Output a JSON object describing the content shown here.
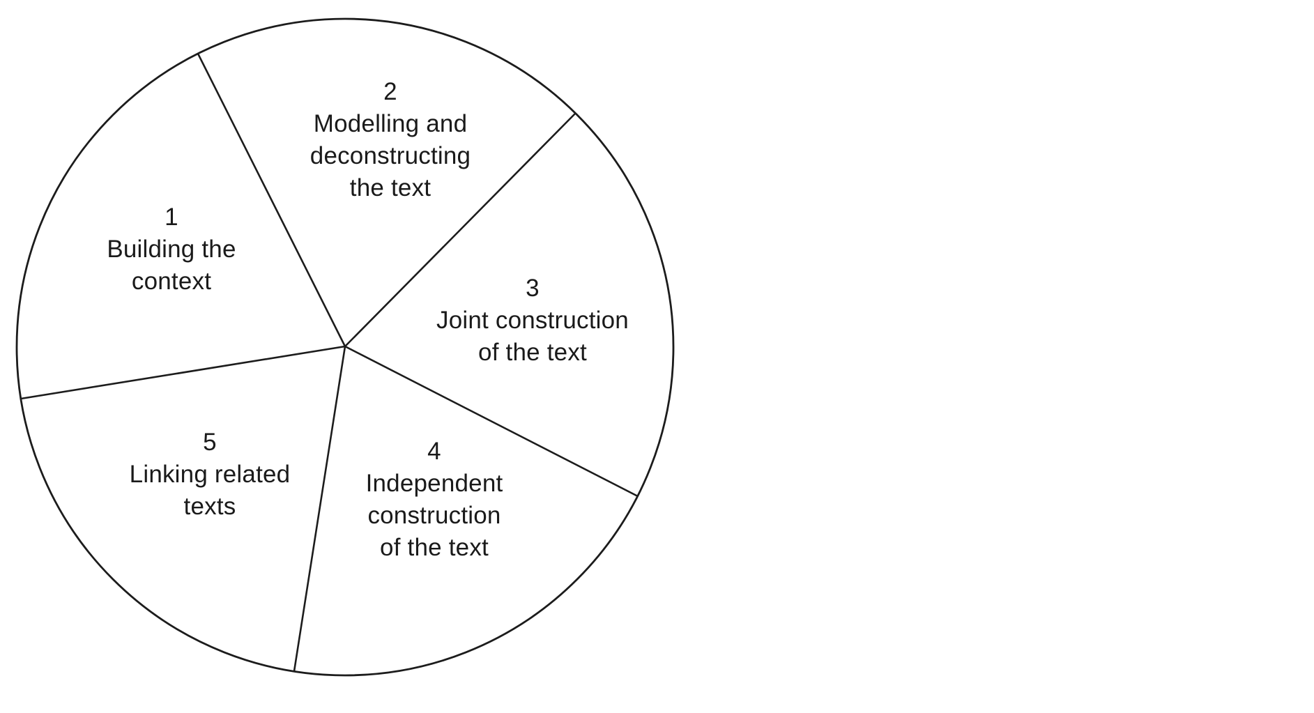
{
  "diagram": {
    "type": "cycle-pie",
    "description": "Circle divided into five roughly equal numbered sectors",
    "colors": {
      "ink": "#1c1c1c",
      "text": "#1a1a1a",
      "background": "#ffffff"
    },
    "segments": [
      {
        "number": "1",
        "label": "Building the context",
        "lines": [
          "Building the",
          "context"
        ]
      },
      {
        "number": "2",
        "label": "Modelling and deconstructing the text",
        "lines": [
          "Modelling and",
          "deconstructing",
          "the text"
        ]
      },
      {
        "number": "3",
        "label": "Joint construction of the text",
        "lines": [
          "Joint construction",
          "of the text"
        ]
      },
      {
        "number": "4",
        "label": "Independent construction of the text",
        "lines": [
          "Independent",
          "construction",
          "of the text"
        ]
      },
      {
        "number": "5",
        "label": "Linking related texts",
        "lines": [
          "Linking related",
          "texts"
        ]
      }
    ]
  }
}
